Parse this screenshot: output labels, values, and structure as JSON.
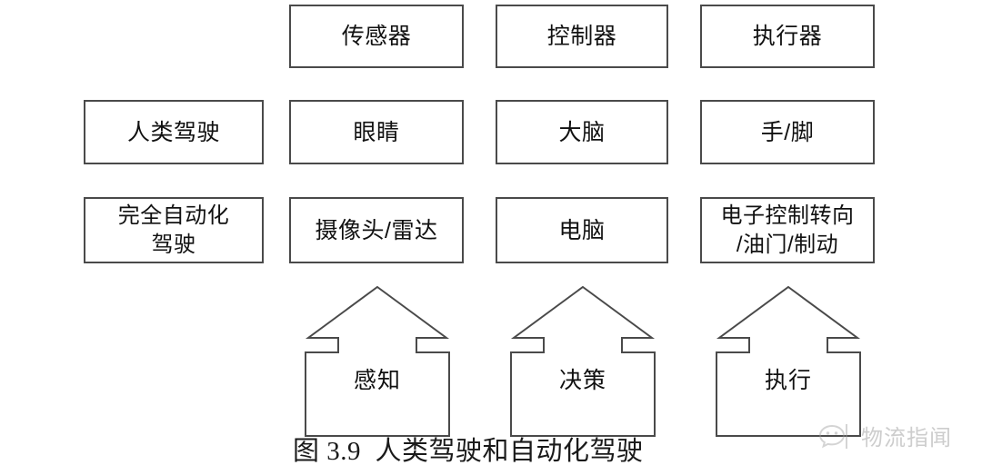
{
  "figure": {
    "caption": "图 3.9  人类驾驶和自动化驾驶",
    "stroke_color": "#4a4a4a",
    "text_color": "#111111",
    "background": "#ffffff"
  },
  "grid": {
    "row_headers": [
      {
        "label": "人类驾驶"
      },
      {
        "label": "完全自动化\n驾驶"
      }
    ],
    "column_headers": [
      {
        "label": "传感器"
      },
      {
        "label": "控制器"
      },
      {
        "label": "执行器"
      }
    ],
    "rows": [
      {
        "name": "human-driving",
        "cells": [
          {
            "label": "眼睛"
          },
          {
            "label": "大脑"
          },
          {
            "label": "手/脚"
          }
        ]
      },
      {
        "name": "fully-automated-driving",
        "cells": [
          {
            "label": "摄像头/雷达"
          },
          {
            "label": "电脑"
          },
          {
            "label": "电子控制转向\n/油门/制动"
          }
        ]
      }
    ]
  },
  "arrows": [
    {
      "label": "感知"
    },
    {
      "label": "决策"
    },
    {
      "label": "执行"
    }
  ],
  "watermark": {
    "text": "物流指闻",
    "icon": "wechat-logo-icon",
    "color": "#8a8a8a"
  }
}
